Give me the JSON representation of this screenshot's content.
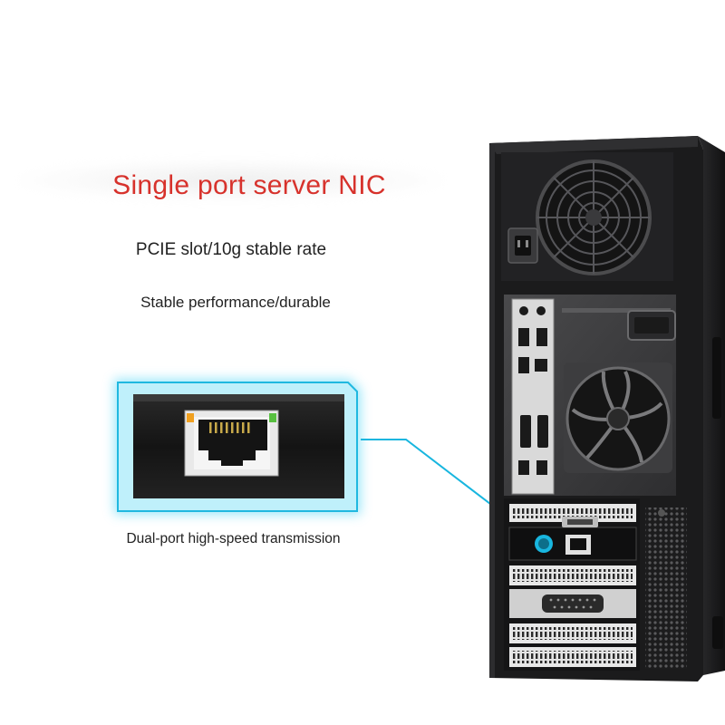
{
  "headline": "Single port server NIC",
  "features": {
    "line1": "PCIE slot/10g stable rate",
    "line2": "Stable performance/durable"
  },
  "caption": "Dual-port high-speed transmission",
  "colors": {
    "headline": "#d7322c",
    "highlight": "#18b6df",
    "case_body": "#1b1b1c",
    "led_left": "#f0a020",
    "led_right": "#58c040"
  },
  "icons": [
    "rj45-port-icon",
    "exhaust-fan-icon",
    "psu-fan-icon",
    "power-socket-icon"
  ]
}
